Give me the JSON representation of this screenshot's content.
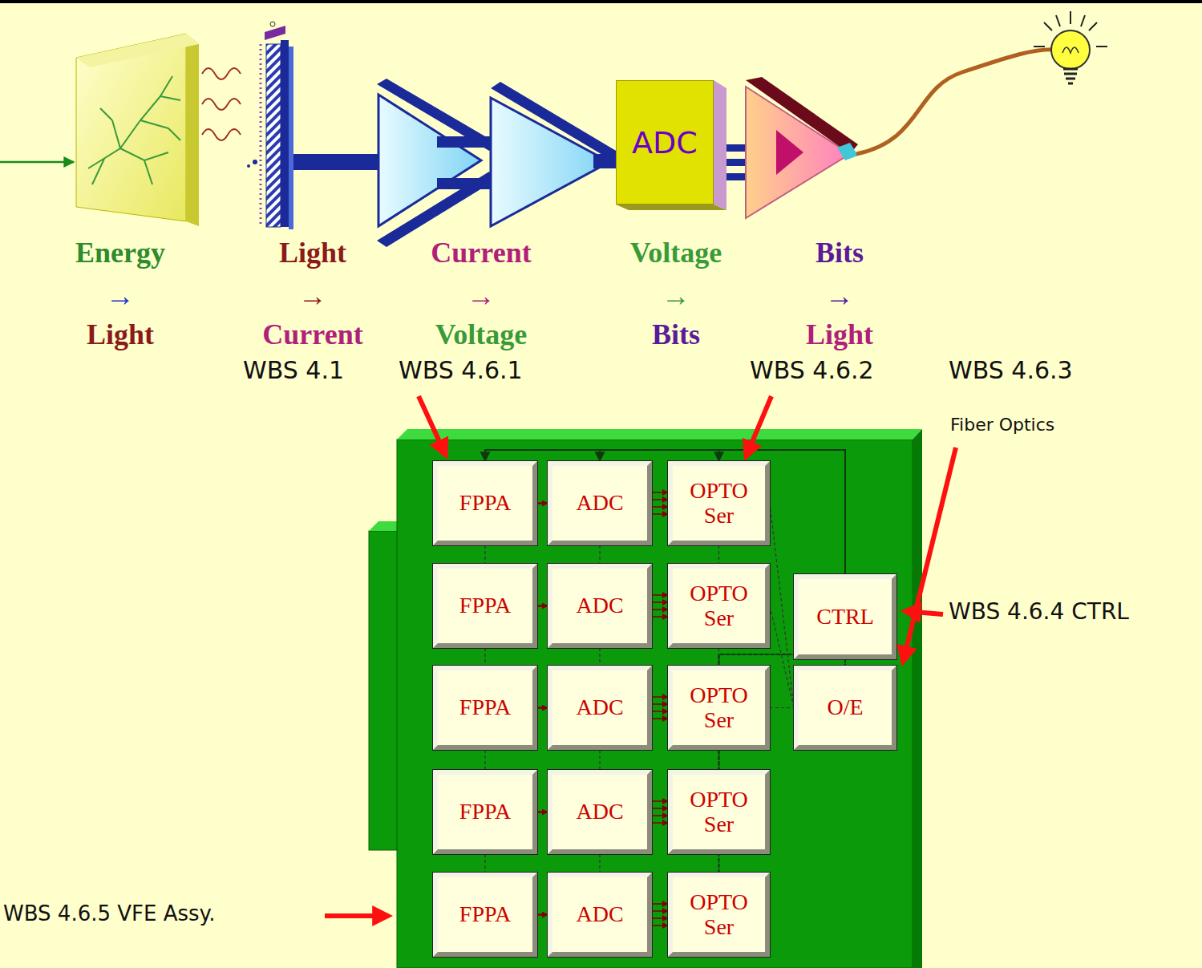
{
  "diagram": {
    "nodes": [
      {
        "text": [
          "ADC"
        ]
      },
      {
        "text": [
          "FPPA"
        ]
      },
      {
        "text": [
          "ADC"
        ]
      },
      {
        "text": [
          "OPTO Ser"
        ]
      },
      {
        "text": [
          "FPPA"
        ]
      },
      {
        "text": [
          "ADC"
        ]
      },
      {
        "text": [
          "OPTO Ser"
        ]
      },
      {
        "text": [
          "CTRL"
        ]
      },
      {
        "text": [
          "FPPA"
        ]
      },
      {
        "text": [
          "ADC"
        ]
      },
      {
        "text": [
          "OPTO Ser"
        ]
      },
      {
        "text": [
          "O/E"
        ]
      },
      {
        "text": [
          "FPPA"
        ]
      },
      {
        "text": [
          "ADC"
        ]
      },
      {
        "text": [
          "OPTO Ser"
        ]
      },
      {
        "text": [
          "FPPA"
        ]
      },
      {
        "text": [
          "ADC"
        ]
      },
      {
        "text": [
          "OPTO Ser"
        ]
      }
    ],
    "edges": [
      {
        "from": 1,
        "to": 2,
        "arrow": "to"
      },
      {
        "from": 4,
        "to": 5,
        "arrow": "to"
      },
      {
        "from": 8,
        "to": 9,
        "arrow": "to"
      },
      {
        "from": 12,
        "to": 13,
        "arrow": "to"
      },
      {
        "from": 15,
        "to": 16,
        "arrow": "to"
      },
      {
        "from": 2,
        "to": 3,
        "arrow": "to"
      },
      {
        "from": 2,
        "to": 3,
        "arrow": "to"
      },
      {
        "from": 2,
        "to": 3,
        "arrow": "to"
      },
      {
        "from": 2,
        "to": 3,
        "arrow": "to"
      },
      {
        "from": 5,
        "to": 6,
        "arrow": "to"
      },
      {
        "from": 5,
        "to": 6,
        "arrow": "to"
      },
      {
        "from": 5,
        "to": 6,
        "arrow": "to"
      },
      {
        "from": 5,
        "to": 6,
        "arrow": "to"
      },
      {
        "from": 9,
        "to": 10,
        "arrow": "to"
      },
      {
        "from": 9,
        "to": 10,
        "arrow": "to"
      },
      {
        "from": 9,
        "to": 10,
        "arrow": "to"
      },
      {
        "from": 9,
        "to": 10,
        "arrow": "to"
      },
      {
        "from": 13,
        "to": 14,
        "arrow": "to"
      },
      {
        "from": 13,
        "to": 14,
        "arrow": "to"
      },
      {
        "from": 13,
        "to": 14,
        "arrow": "to"
      },
      {
        "from": 13,
        "to": 14,
        "arrow": "to"
      },
      {
        "from": 16,
        "to": 17,
        "arrow": "to"
      },
      {
        "from": 16,
        "to": 17,
        "arrow": "to"
      },
      {
        "from": 16,
        "to": 17,
        "arrow": "to"
      },
      {
        "from": 16,
        "to": 17,
        "arrow": "to"
      },
      {
        "from": 1,
        "to": 4,
        "arrow": "none"
      },
      {
        "from": 4,
        "to": 8,
        "arrow": "none"
      },
      {
        "from": 8,
        "to": 12,
        "arrow": "none"
      },
      {
        "from": 12,
        "to": 15,
        "arrow": "none"
      },
      {
        "from": 2,
        "to": 5,
        "arrow": "none"
      },
      {
        "from": 5,
        "to": 9,
        "arrow": "none"
      },
      {
        "from": 9,
        "to": 13,
        "arrow": "none"
      },
      {
        "from": 13,
        "to": 16,
        "arrow": "none"
      },
      {
        "from": 3,
        "to": 6,
        "arrow": "none"
      },
      {
        "from": 6,
        "to": 10,
        "arrow": "none"
      },
      {
        "from": 10,
        "to": 14,
        "arrow": "none"
      },
      {
        "from": 14,
        "to": 17,
        "arrow": "none"
      },
      {
        "from": 3,
        "to": 11,
        "arrow": "none"
      },
      {
        "from": 6,
        "to": 11,
        "arrow": "none"
      },
      {
        "from": 10,
        "to": 11,
        "arrow": "none"
      },
      {
        "from": 14,
        "to": 11,
        "arrow": "none"
      },
      {
        "from": 17,
        "to": 11,
        "arrow": "none"
      },
      {
        "from": 7,
        "to": 1,
        "arrow": "to"
      },
      {
        "from": 7,
        "to": 2,
        "arrow": "to"
      },
      {
        "from": 7,
        "to": 3,
        "arrow": "to"
      }
    ],
    "labels": [
      "Energy",
      "→",
      "Light",
      "Light",
      "→",
      "Current",
      "Current",
      "→",
      "Voltage",
      "Voltage",
      "→",
      "Bits",
      "Bits",
      "→",
      "Light",
      "WBS 4.1",
      "WBS 4.6.1",
      "WBS 4.6.2",
      "WBS 4.6.3",
      "Fiber Optics",
      "WBS 4.6.4 CTRL",
      "WBS 4.6.5 VFE Assy."
    ]
  }
}
